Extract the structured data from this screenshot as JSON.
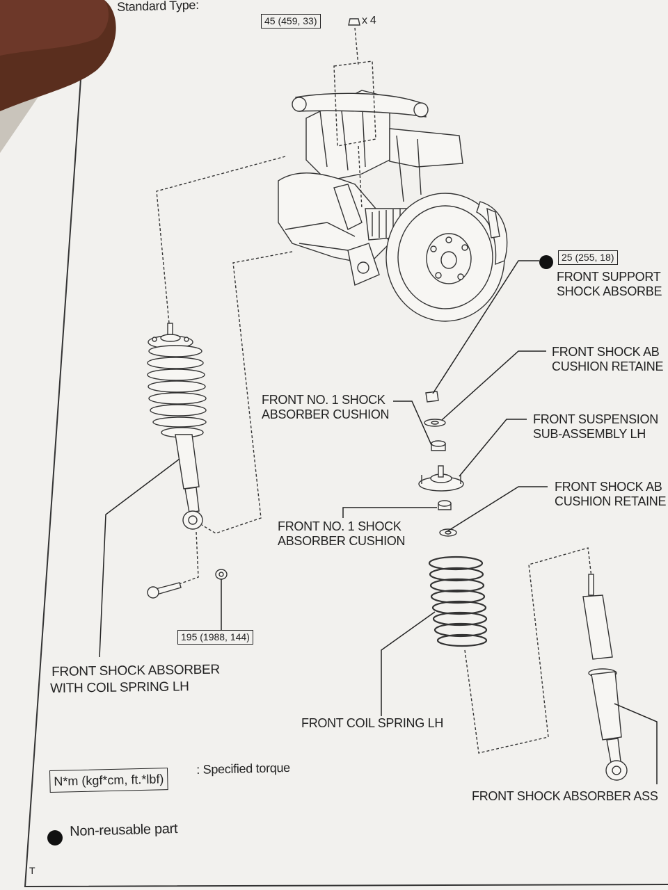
{
  "header": {
    "title": "Standard Type:"
  },
  "torques": {
    "top_nut": "45 (459, 33)",
    "support_nut": "25 (255, 18)",
    "lower_bolt": "195 (1988, 144)"
  },
  "quantity": {
    "top_nut": "x 4"
  },
  "parts": {
    "front_support": "FRONT SUPPORT",
    "shock_absorber_cont": "SHOCK ABSORBE",
    "retainer_upper_1": "FRONT SHOCK AB",
    "retainer_upper_2": "CUSHION RETAINE",
    "no1_cushion_upper_1": "FRONT NO. 1 SHOCK",
    "no1_cushion_upper_2": "ABSORBER CUSHION",
    "suspension_support_1": "FRONT SUSPENSION",
    "suspension_support_2": "SUB-ASSEMBLY LH",
    "retainer_lower_1": "FRONT SHOCK AB",
    "retainer_lower_2": "CUSHION RETAINE",
    "no1_cushion_lower_1": "FRONT NO. 1 SHOCK",
    "no1_cushion_lower_2": "ABSORBER CUSHION",
    "shock_with_spring_1": "FRONT SHOCK ABSORBER",
    "shock_with_spring_2": "WITH COIL SPRING LH",
    "coil_spring": "FRONT COIL SPRING LH",
    "shock_assy": "FRONT SHOCK ABSORBER ASS"
  },
  "legend": {
    "torque_unit": "N*m (kgf*cm, ft.*lbf)",
    "torque_desc": ": Specified torque",
    "nonreusable": "Non-reusable part"
  },
  "footer_mark": "T",
  "colors": {
    "paper": "#f2f1ee",
    "ink": "#222222",
    "background": "#c9c4bb",
    "finger": "#5a2e1e"
  }
}
